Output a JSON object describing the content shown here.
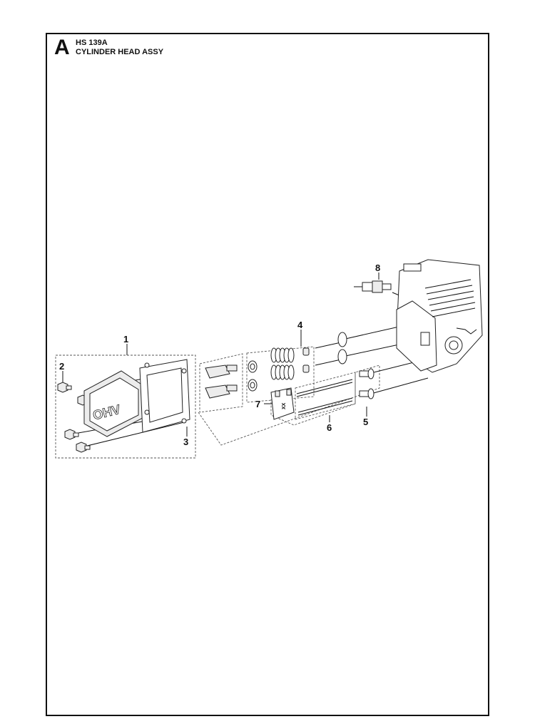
{
  "header": {
    "section_letter": "A",
    "model": "HS 139A",
    "title": "CYLINDER HEAD ASSY"
  },
  "callouts": {
    "c1": "1",
    "c2": "2",
    "c3": "3",
    "c4": "4",
    "c5": "5",
    "c6": "6",
    "c7": "7",
    "c8": "8"
  },
  "cover_marking": "OHV",
  "rocker_marking": "XX"
}
